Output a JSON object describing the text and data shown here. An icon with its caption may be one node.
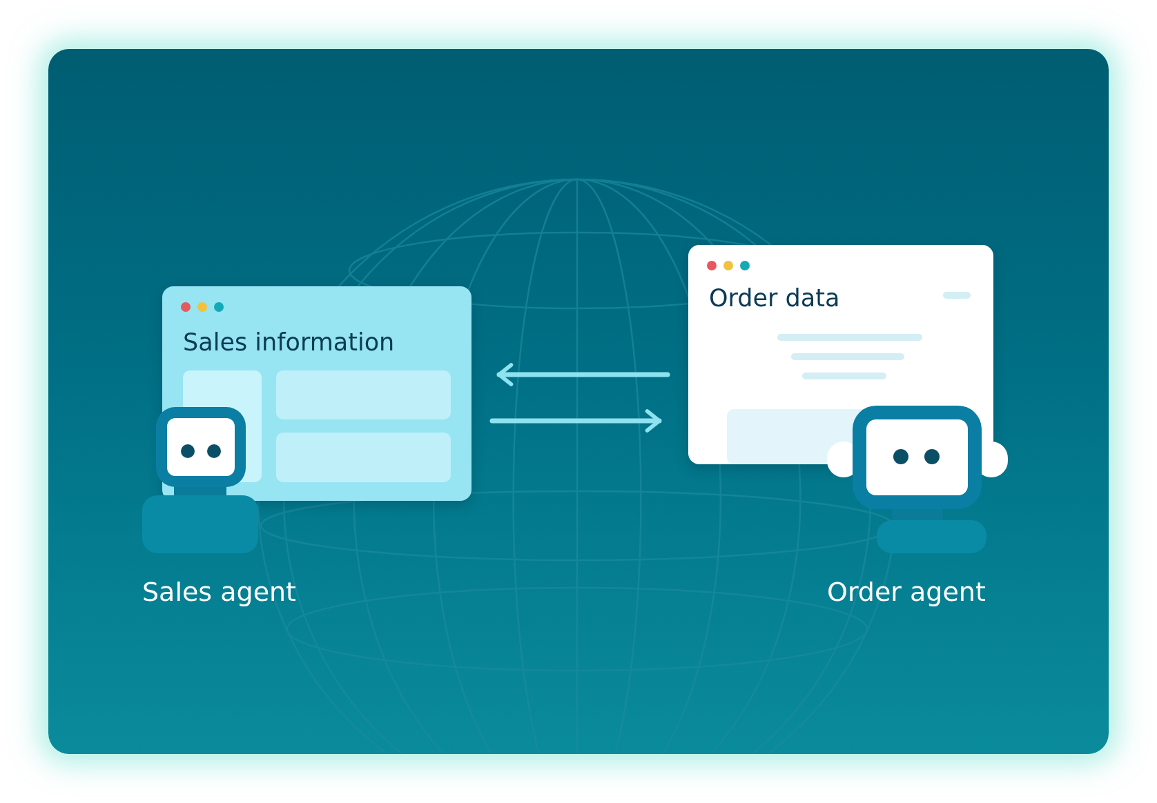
{
  "diagram": {
    "nodes": [
      {
        "text": [
          "Sales information"
        ]
      },
      {
        "text": [
          "Order data"
        ]
      },
      {
        "text": [
          "Sales agent"
        ]
      },
      {
        "text": [
          "Order agent"
        ]
      }
    ],
    "edges": [
      {
        "from": 1,
        "to": 0,
        "arrow": "to"
      },
      {
        "from": 0,
        "to": 1,
        "arrow": "to"
      }
    ]
  }
}
